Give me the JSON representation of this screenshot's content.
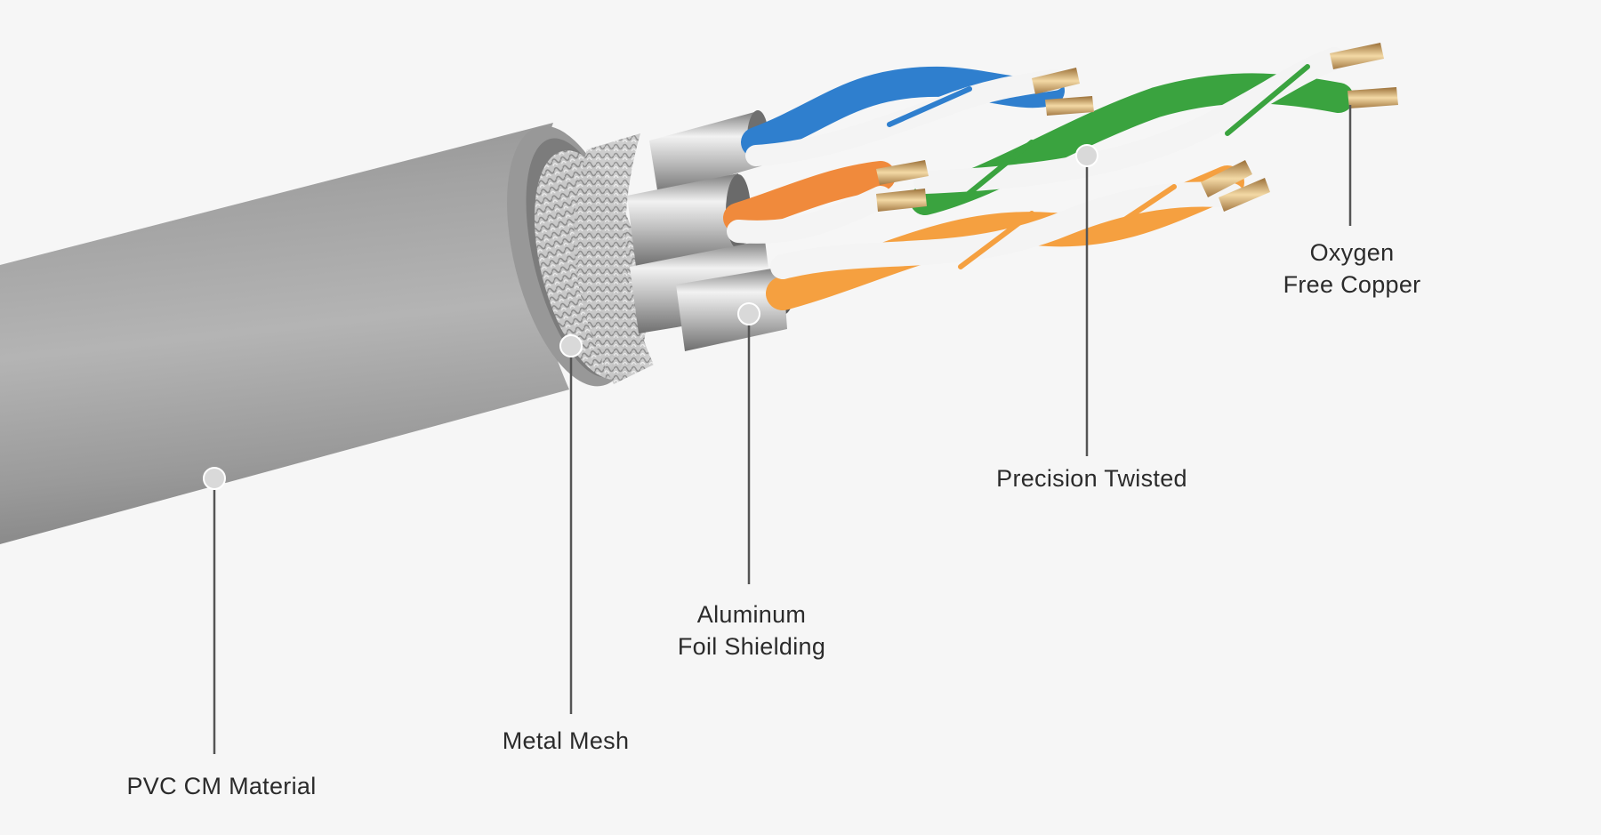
{
  "callouts": {
    "pvc": {
      "lines": [
        "PVC CM Material"
      ]
    },
    "mesh": {
      "lines": [
        "Metal Mesh"
      ]
    },
    "foil": {
      "lines": [
        "Aluminum",
        "Foil Shielding"
      ]
    },
    "twisted": {
      "lines": [
        "Precision Twisted"
      ]
    },
    "copper": {
      "lines": [
        "Oxygen",
        "Free Copper"
      ]
    }
  },
  "colors": {
    "background": "#f6f6f6",
    "jacket": "#a9a9a9",
    "callout_line": "#555555",
    "marker": "#d9d9d9",
    "pair_blue": "#2f7fce",
    "pair_orange": "#f08a3c",
    "pair_green": "#3aa33f",
    "pair_light_orange": "#f5a040",
    "copper": "#d8b27a"
  }
}
